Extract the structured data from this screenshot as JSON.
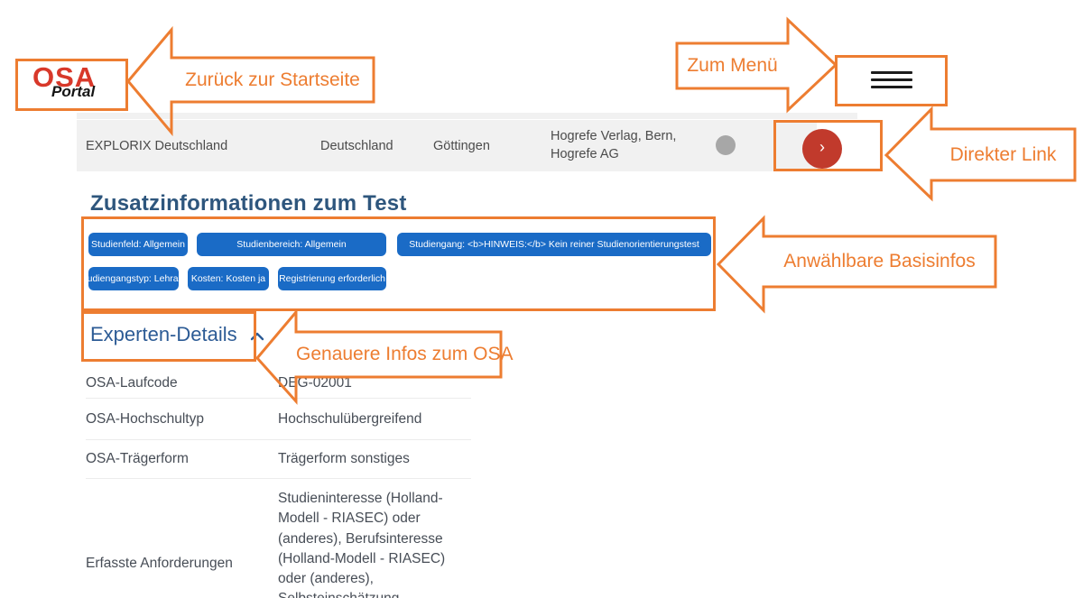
{
  "logo": {
    "primary": "OSA",
    "secondary": "Portal"
  },
  "result_row": {
    "name": "EXPLORIX Deutschland",
    "country": "Deutschland",
    "city": "Göttingen",
    "publisher": "Hogrefe Verlag, Bern, Hogrefe AG",
    "chevron": "›"
  },
  "zusatzinfo": {
    "title": "Zusatzinformationen zum Test",
    "badges": [
      "Studienfeld: Allgemein",
      "Studienbereich: Allgemein",
      "Studiengang: <b>HINWEIS:</b> Kein reiner Studienorientierungstest",
      "Studiengangstyp: Lehramt",
      "Kosten: Kosten ja",
      "Registrierung erforderlich"
    ]
  },
  "experten": {
    "title": "Experten-Details",
    "rows": [
      {
        "label": "OSA-Laufcode",
        "value": "DEG-02001"
      },
      {
        "label": "OSA-Hochschultyp",
        "value": "Hochschulübergreifend"
      },
      {
        "label": "OSA-Trägerform",
        "value": "Trägerform sonstiges"
      },
      {
        "label": "Erfasste Anforderungen",
        "value": "Studieninteresse (Holland-Modell - RIASEC) oder (anderes), Berufsinteresse (Holland-Modell - RIASEC) oder (anderes), Selbsteinschätzung"
      }
    ]
  },
  "annotations": {
    "back_home": "Zurück zur Startseite",
    "menu": "Zum Menü",
    "direct_link": "Direkter Link",
    "basic_infos": "Anwählbare Basisinfos",
    "details_info": "Genauere Infos zum OSA"
  },
  "colors": {
    "annotation_orange": "#ED7D31",
    "badge_blue": "#1A6BC6",
    "link_red": "#C13A2C",
    "heading_blue": "#2E567D",
    "expert_link_blue": "#2C5B95"
  }
}
